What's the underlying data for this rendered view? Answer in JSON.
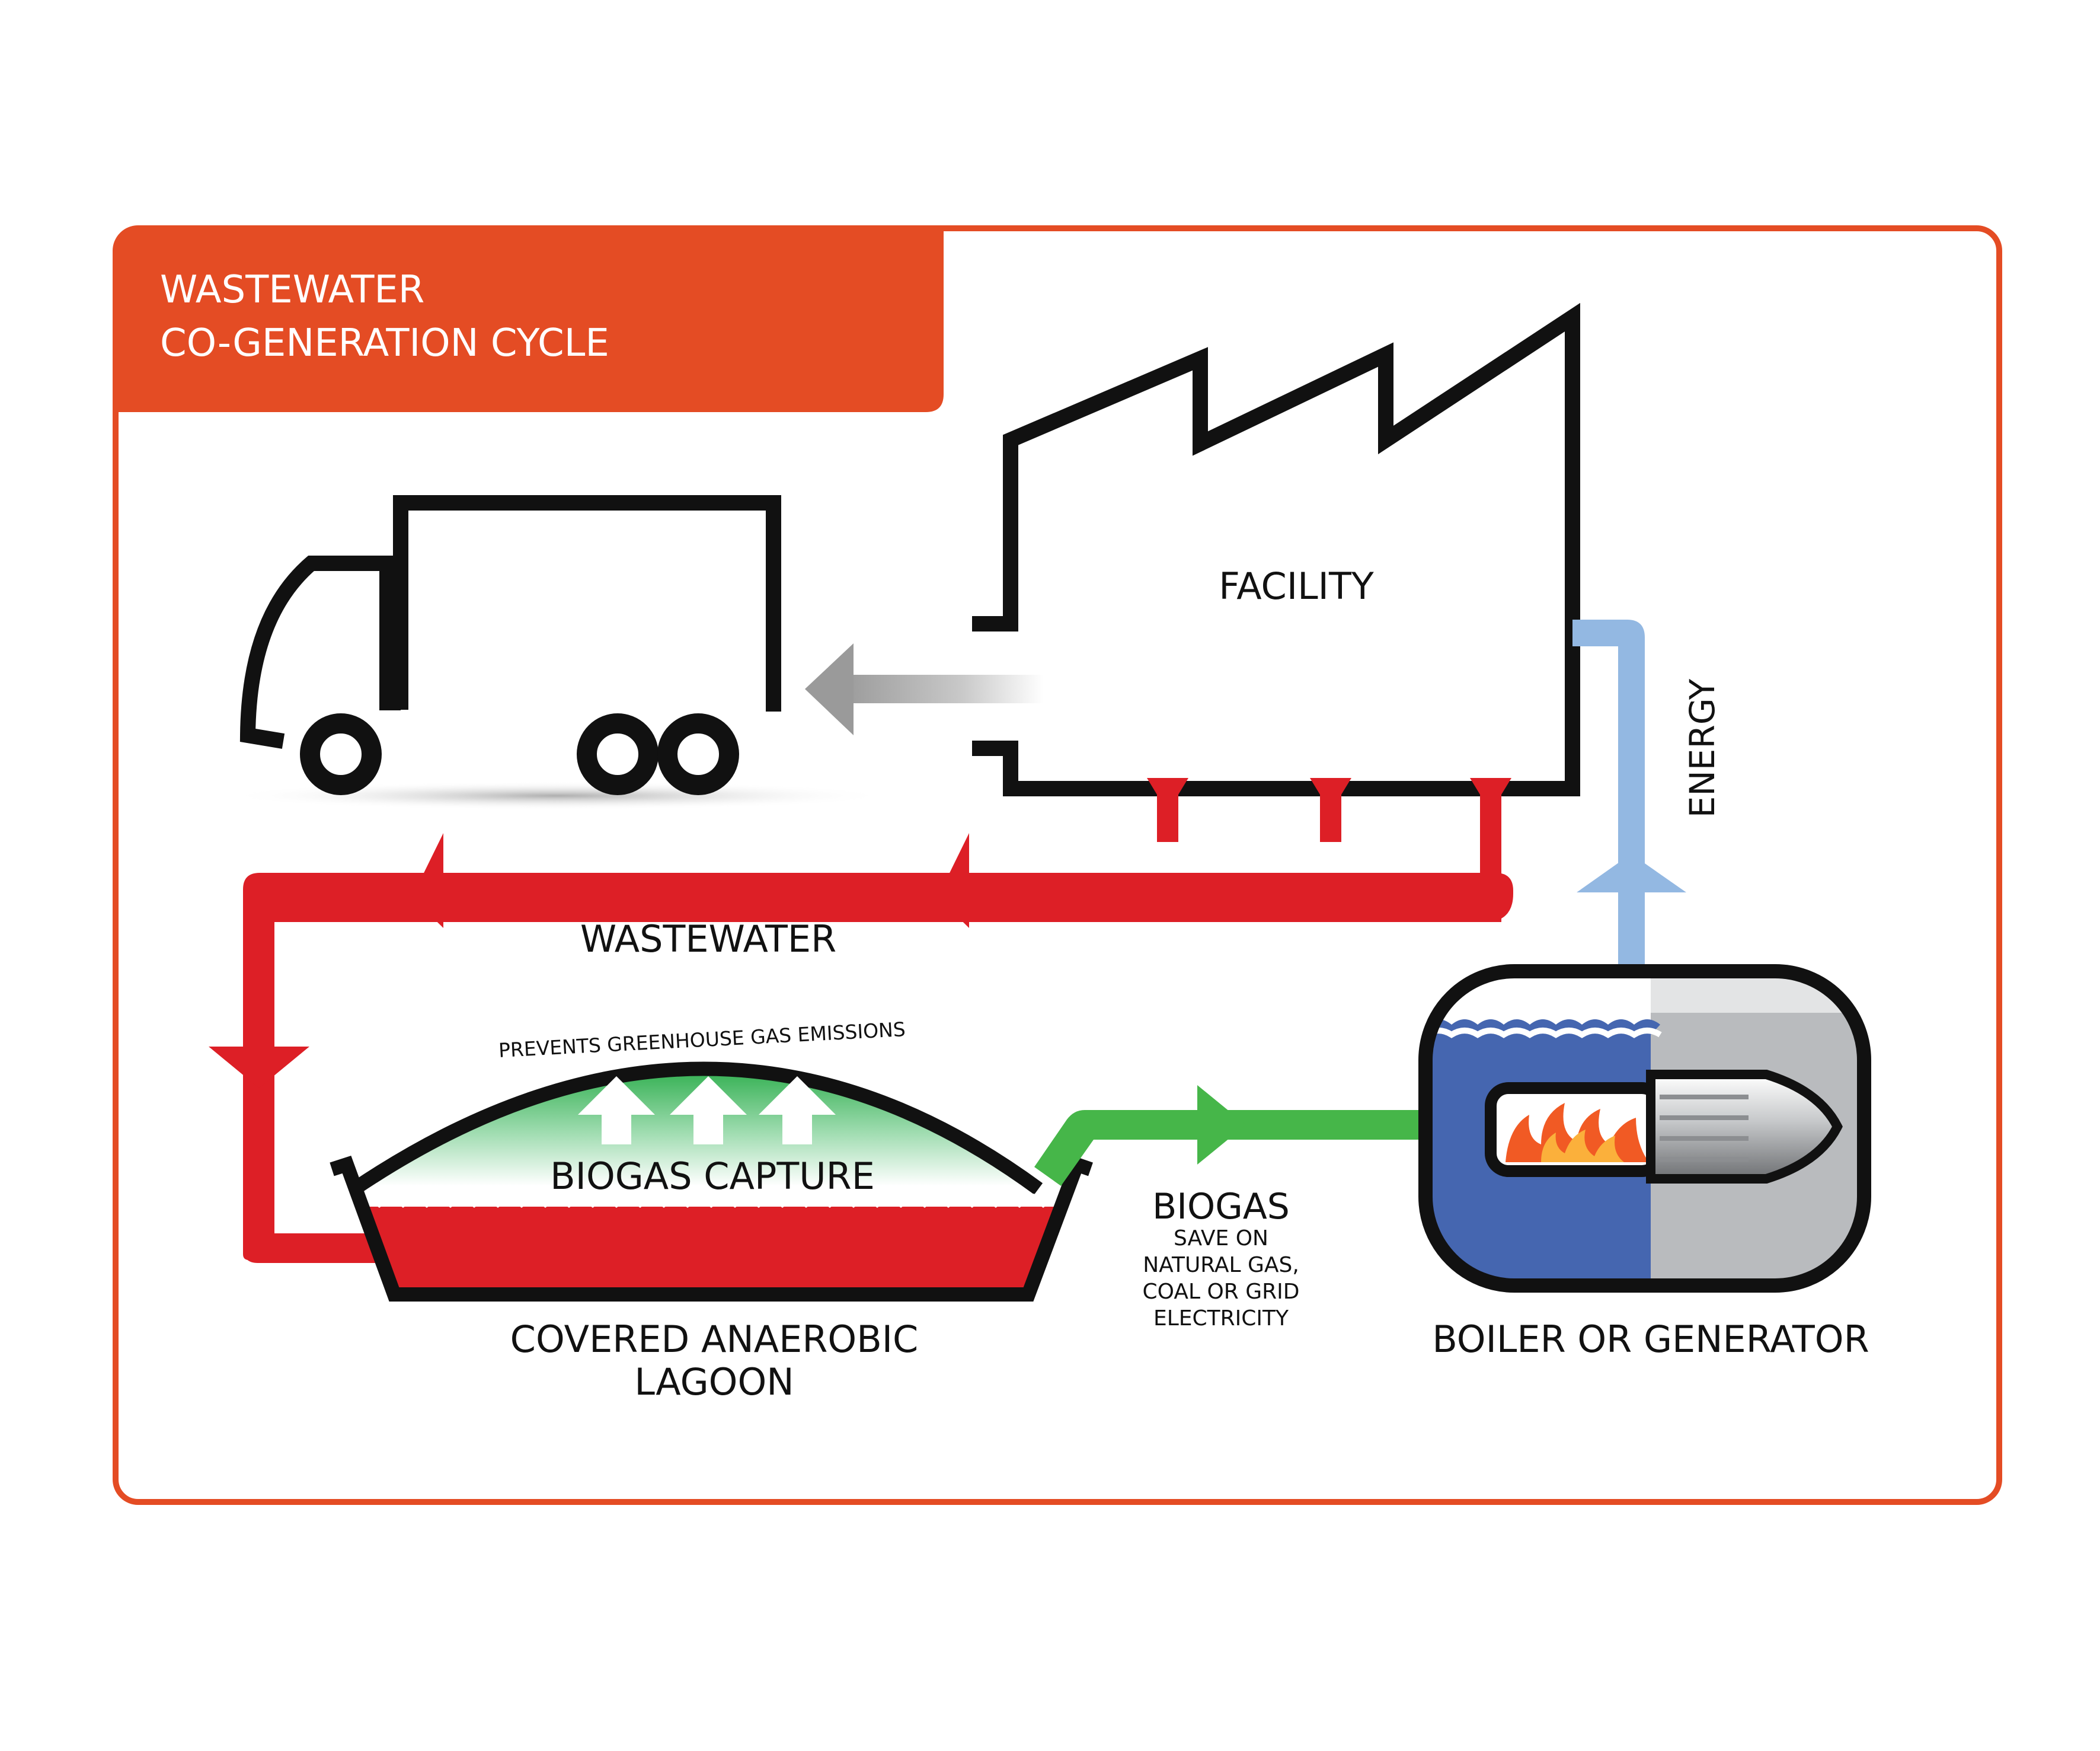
{
  "title": {
    "line1": "WASTEWATER",
    "line2": "CO-GENERATION CYCLE"
  },
  "labels": {
    "facility": "FACILITY",
    "energy": "ENERGY",
    "wastewater": "WASTEWATER",
    "prevents": "PREVENTS GREENHOUSE GAS EMISSIONS",
    "biogas_capture": "BIOGAS CAPTURE",
    "biogas": "BIOGAS",
    "biogas_note_1": "SAVE ON",
    "biogas_note_2": "NATURAL GAS,",
    "biogas_note_3": "COAL OR GRID",
    "biogas_note_4": "ELECTRICITY",
    "lagoon_1": "COVERED ANAEROBIC",
    "lagoon_2": "LAGOON",
    "boiler": "BOILER OR GENERATOR"
  },
  "colors": {
    "frame": "#e44c24",
    "wastewater_pipe": "#dd1f26",
    "biogas_pipe": "#46b649",
    "energy_pipe": "#93b8e2",
    "boiler_water": "#4566b0",
    "boiler_metal": "#b9bbbe",
    "outline": "#111111",
    "flame": "#f15a24"
  },
  "icons": {
    "truck": "truck-icon",
    "factory": "factory-icon",
    "lagoon": "lagoon-icon",
    "boiler": "boiler-icon",
    "flame": "flame-icon",
    "gas_arrows": "up-arrow-icon"
  }
}
